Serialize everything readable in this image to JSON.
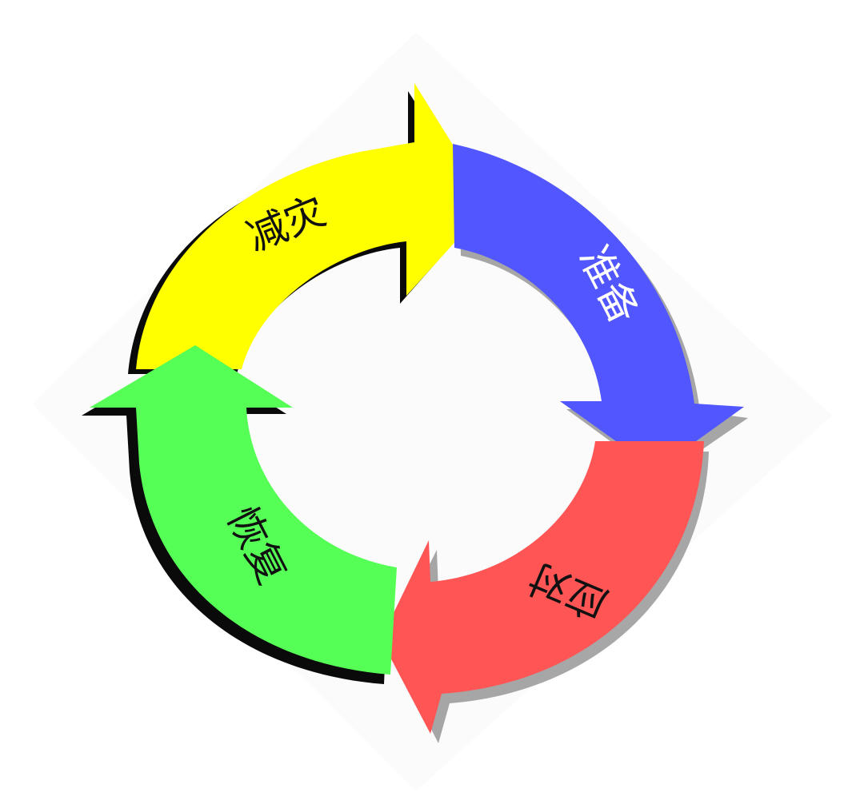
{
  "diagram": {
    "stages": [
      {
        "label": "减灾",
        "color": "#FFFF00",
        "text_color": "#111111"
      },
      {
        "label": "准备",
        "color": "#5256FF",
        "text_color": "#FFFFFF"
      },
      {
        "label": "应对",
        "color": "#FF5555",
        "text_color": "#111111"
      },
      {
        "label": "恢复",
        "color": "#55FF55",
        "text_color": "#111111"
      }
    ]
  }
}
